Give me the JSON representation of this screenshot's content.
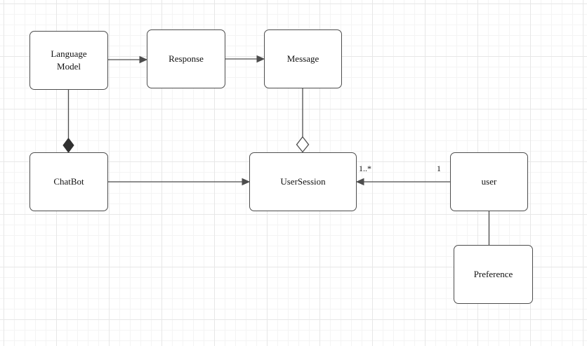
{
  "canvas": {
    "type": "uml-class-diagram",
    "colors": {
      "background": "#ffffff",
      "grid_minor": "#f4f4f4",
      "grid_major": "#e7e7e7",
      "node_fill": "#ffffff",
      "node_border": "#4d4d4d",
      "edge": "#4d4d4d",
      "composition_diamond_fill": "#303030",
      "aggregation_diamond_fill": "#ffffff",
      "text": "#111111"
    }
  },
  "diagram": {
    "nodes": [
      {
        "id": "language-model",
        "label": "Language\nModel"
      },
      {
        "id": "response",
        "label": "Response"
      },
      {
        "id": "message",
        "label": "Message"
      },
      {
        "id": "chatbot",
        "label": "ChatBot"
      },
      {
        "id": "usersession",
        "label": "UserSession"
      },
      {
        "id": "user",
        "label": "user"
      },
      {
        "id": "preference",
        "label": "Preference"
      }
    ],
    "edges": [
      {
        "id": "language-model-to-response",
        "from": "Language Model",
        "to": "Response",
        "style": "arrow"
      },
      {
        "id": "response-to-message",
        "from": "Response",
        "to": "Message",
        "style": "arrow"
      },
      {
        "id": "chatbot-languagemodel-composition",
        "from": "ChatBot",
        "to": "Language Model",
        "style": "composition-filled-diamond-at-chatbot"
      },
      {
        "id": "usersession-message-aggregation",
        "from": "UserSession",
        "to": "Message",
        "style": "aggregation-hollow-diamond-at-usersession"
      },
      {
        "id": "chatbot-to-usersession",
        "from": "ChatBot",
        "to": "UserSession",
        "style": "arrow"
      },
      {
        "id": "user-to-usersession",
        "from": "user",
        "to": "UserSession",
        "style": "arrow",
        "source_multiplicity": "1",
        "target_multiplicity": "1..*"
      },
      {
        "id": "user-to-preference",
        "from": "user",
        "to": "Preference",
        "style": "line"
      }
    ]
  }
}
